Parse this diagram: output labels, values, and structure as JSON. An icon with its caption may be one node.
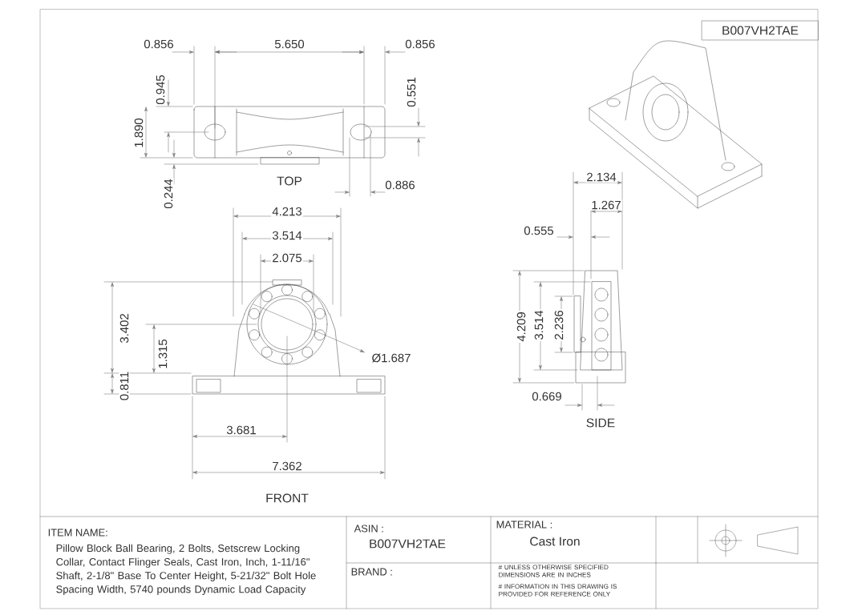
{
  "diagram": {
    "labels": [
      "B007VH2TAE",
      "0.856",
      "5.650",
      "0.856",
      "0.945",
      "0.551",
      "1.890",
      "0.244",
      "TOP",
      "0.886",
      "4.213",
      "3.514",
      "2.075",
      "3.402",
      "1.315",
      "0.811",
      "Ø1.687",
      "3.681",
      "7.362",
      "FRONT",
      "2.134",
      "1.267",
      "0.555",
      "4.209",
      "3.514",
      "2.236",
      "0.669",
      "SIDE",
      "ITEM NAME:",
      "Pillow Block Ball Bearing, 2 Bolts, Setscrew Locking Collar, Contact Flinger Seals, Cast Iron, Inch, 1-11/16\" Shaft, 2-1/8\" Base To Center Height, 5-21/32\" Bolt Hole Spacing Width, 5740 pounds Dynamic Load Capacity",
      "ASIN :",
      "B007VH2TAE",
      "BRAND :",
      "MATERIAL :",
      "Cast Iron",
      "# UNLESS OTHERWISE SPECIFIED DIMENSIONS ARE IN INCHES",
      "# INFORMATION IN THIS DRAWING IS PROVIDED FOR REFERENCE ONLY"
    ]
  }
}
